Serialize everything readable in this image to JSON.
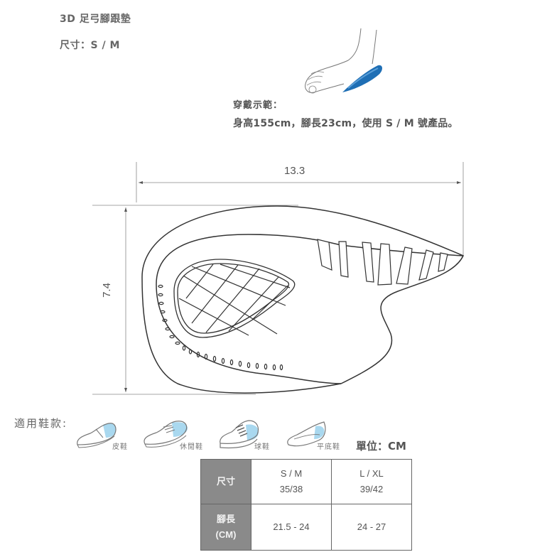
{
  "product": {
    "title": "3D 足弓腳跟墊",
    "size_label": "尺寸：S / M"
  },
  "demo": {
    "label": "穿戴示範：",
    "text": "身高155cm，腳長23cm，使用 S / M 號產品。",
    "illustration": "foot-with-heel-pad-icon",
    "accent_color": "#1f6fb5"
  },
  "diagram": {
    "width_value": "13.3",
    "height_value": "7.4",
    "illustration": "insole-outline"
  },
  "shoes": {
    "heading": "適用鞋款:",
    "items": [
      {
        "label": "皮鞋",
        "icon": "dress-shoe-icon"
      },
      {
        "label": "休閒鞋",
        "icon": "boat-shoe-icon"
      },
      {
        "label": "球鞋",
        "icon": "sneaker-icon"
      },
      {
        "label": "平底鞋",
        "icon": "flat-shoe-icon"
      }
    ],
    "highlight_color": "#a9d8ef"
  },
  "unit": "單位：CM",
  "table": {
    "rows": [
      {
        "header": "尺寸",
        "header2": "",
        "cells": [
          [
            "S / M",
            "35/38"
          ],
          [
            "L / XL",
            "39/42"
          ]
        ]
      },
      {
        "header": "腳長",
        "header2": "(CM)",
        "cells": [
          [
            "21.5 - 24"
          ],
          [
            "24 - 27"
          ]
        ]
      }
    ],
    "header_bg": "#8a8a8a"
  }
}
